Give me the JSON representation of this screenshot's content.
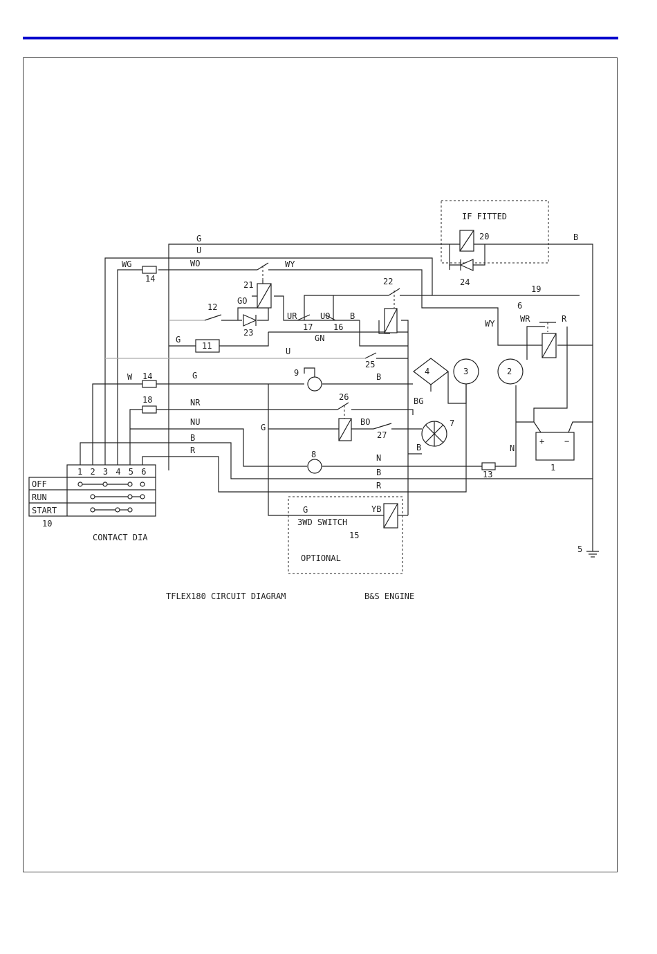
{
  "header_color": "#0000cc",
  "diagram": {
    "title": "TFLEX180 CIRCUIT DIAGRAM",
    "engine": "B&S ENGINE",
    "contact_dia_label": "CONTACT DIA",
    "if_fitted_label": "IF FITTED",
    "optional_label": "OPTIONAL",
    "switch_label": "3WD SWITCH",
    "key_switch": {
      "number": "10",
      "terminals": "1 2 3 4 5 6",
      "rows": [
        "OFF",
        "RUN",
        "START"
      ]
    },
    "wire_labels": {
      "g_top": "G",
      "u_top": "U",
      "b_top_right": "B",
      "wg": "WG",
      "wo": "WO",
      "wy": "WY",
      "go": "GO",
      "ur": "UR",
      "uo": "UO",
      "b_17": "B",
      "g_11": "G",
      "gn": "GN",
      "u_mid": "U",
      "w_14": "W",
      "g_9": "G",
      "b_9": "B",
      "nr": "NR",
      "bg": "BG",
      "nu": "NU",
      "g_mid": "G",
      "bo": "BO",
      "b_7": "B",
      "b_left": "B",
      "n_8": "N",
      "r_left": "R",
      "b_13": "B",
      "r_bottom": "R",
      "n_bat": "N",
      "wy_right": "WY",
      "wr": "WR",
      "r_relay": "R",
      "g_switch": "G",
      "yb": "YB"
    },
    "numbers": {
      "n1": "1",
      "n2": "2",
      "n3": "3",
      "n4": "4",
      "n5": "5",
      "n6": "6",
      "n7": "7",
      "n8": "8",
      "n9": "9",
      "n11": "11",
      "n12": "12",
      "n13": "13",
      "n14a": "14",
      "n14b": "14",
      "n15": "15",
      "n16": "16",
      "n17": "17",
      "n18": "18",
      "n19": "19",
      "n20": "20",
      "n21": "21",
      "n22": "22",
      "n23": "23",
      "n24": "24",
      "n25": "25",
      "n26": "26",
      "n27": "27"
    }
  }
}
